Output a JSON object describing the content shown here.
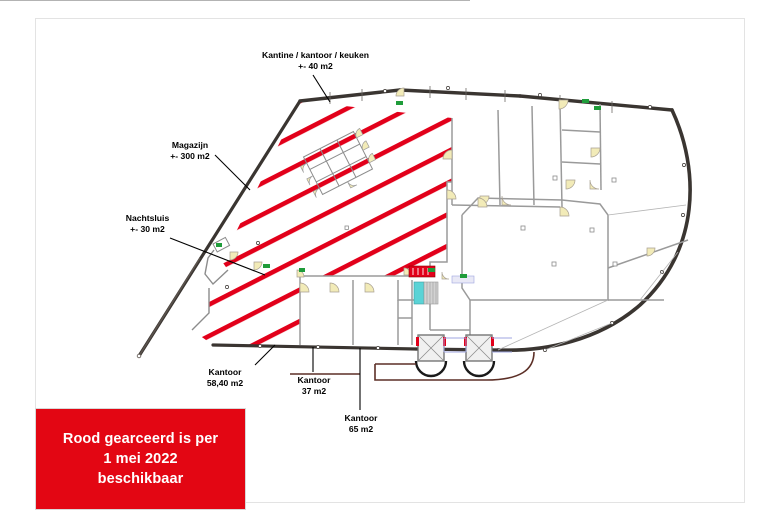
{
  "document": {
    "type": "floor-plan",
    "language": "nl"
  },
  "callout": {
    "line1": "Rood gearceerd is per",
    "line2": "1 mei 2022",
    "line3": "beschikbaar",
    "background_color": "#e30613",
    "text_color": "#ffffff"
  },
  "annotations": [
    {
      "id": "kantine",
      "name": "Kantine / kantoor / keuken",
      "area": "+- 40 m2"
    },
    {
      "id": "magazijn",
      "name": "Magazijn",
      "area": "+- 300 m2"
    },
    {
      "id": "nachtsluis",
      "name": "Nachtsluis",
      "area": "+- 30 m2"
    },
    {
      "id": "kantoor58",
      "name": "Kantoor",
      "area": "58,40 m2"
    },
    {
      "id": "kantoor37",
      "name": "Kantoor",
      "area": "37 m2"
    },
    {
      "id": "kantoor65",
      "name": "Kantoor",
      "area": "65 m2"
    }
  ],
  "colors": {
    "hatch_red": "#e2001a",
    "exterior_wall": "#3a3531",
    "interior_wall": "#9a9a9a",
    "door_swing": "#f2ebb8",
    "marker_green": "#1f9c3a",
    "equipment_red": "#e2001a",
    "equipment_cyan": "#5ad3d6",
    "driveway_brown": "#5c2f26",
    "frame": "#e3e3e3"
  },
  "legend": {
    "hatch_meaning": "Rood gearceerd is per 1 mei 2022 beschikbaar"
  }
}
